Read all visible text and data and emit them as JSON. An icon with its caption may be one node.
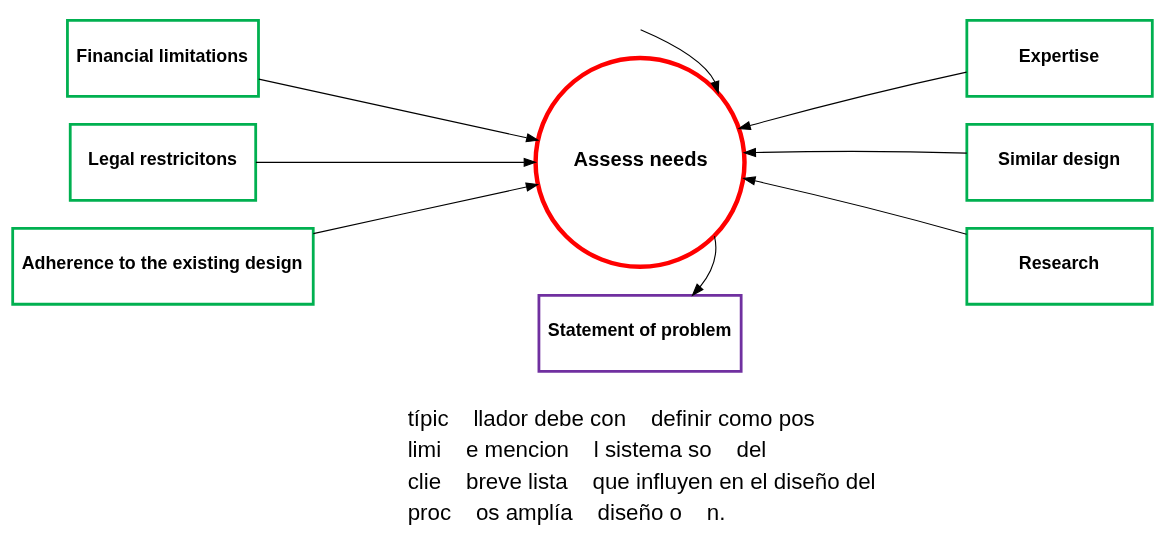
{
  "diagram": {
    "nodes": [
      {
        "text": [
          "Financial limitations"
        ]
      },
      {
        "text": [
          "Legal restricitons"
        ]
      },
      {
        "text": [
          "Adherence to the existing design"
        ]
      },
      {
        "text": [
          "Assess needs"
        ]
      },
      {
        "text": [
          "Expertise"
        ]
      },
      {
        "text": [
          "Similar design"
        ]
      },
      {
        "text": [
          "Research"
        ]
      },
      {
        "text": [
          "Statement of problem"
        ]
      }
    ],
    "edges": [
      {
        "from": null,
        "to": 3,
        "arrow": "to"
      },
      {
        "from": 0,
        "to": 3,
        "arrow": "to"
      },
      {
        "from": 4,
        "to": 3,
        "arrow": "to"
      },
      {
        "from": 1,
        "to": 3,
        "arrow": "to"
      },
      {
        "from": 5,
        "to": 3,
        "arrow": "to"
      },
      {
        "from": 2,
        "to": 3,
        "arrow": "to"
      },
      {
        "from": 6,
        "to": 3,
        "arrow": "to"
      },
      {
        "from": 3,
        "to": 7,
        "arrow": "to"
      }
    ],
    "labels": [
      "típic",
      "llador debe con",
      "definir como pos",
      "limi",
      "e mencion",
      "l sistema so",
      "del",
      "clie",
      "breve lista",
      "que influyen en el diseño del",
      "proc",
      "os amplía",
      "diseño o",
      "n."
    ]
  }
}
